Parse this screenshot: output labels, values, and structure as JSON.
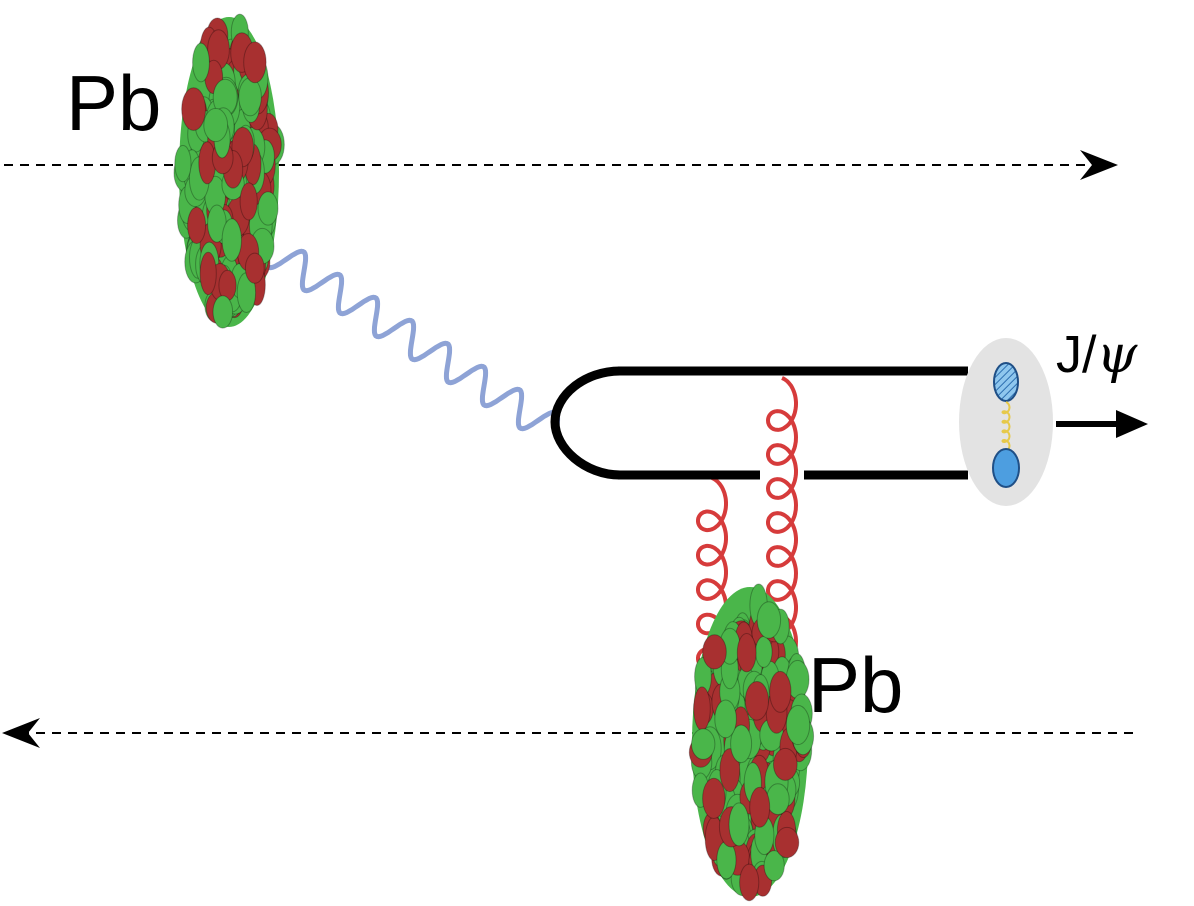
{
  "labels": {
    "top_nucleus": "Pb",
    "bottom_nucleus": "Pb",
    "meson_prefix": "J/",
    "meson_symbol": "ψ"
  },
  "colors": {
    "nucleon_green": "#4ab64a",
    "nucleon_red": "#a83030",
    "photon": "#8ea3d6",
    "gluon": "#d63b3b",
    "quark_line": "#000000",
    "meson_bg": "#e3e3e3",
    "quark_blue": "#4d9ee0",
    "inner_gluon": "#e6c94a"
  },
  "icons": {
    "top_nucleus": "lead-nucleus-icon",
    "bottom_nucleus": "lead-nucleus-icon",
    "meson": "jpsi-meson-icon"
  }
}
